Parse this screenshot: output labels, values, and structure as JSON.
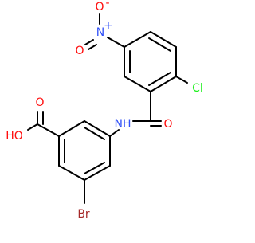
{
  "molecule": {
    "atom_labels": {
      "nitro_n": "N",
      "nitro_n_charge": "+",
      "nitro_o_top": "O",
      "nitro_o_top_charge": "-",
      "nitro_o_left": "O",
      "chlorine": "Cl",
      "amide_nh": "NH",
      "amide_o": "O",
      "acid_oh": "HO",
      "acid_o": "O",
      "bromine": "Br"
    },
    "colors": {
      "bond": "#000000",
      "oxygen": "#ff0d0d",
      "nitrogen": "#3050f8",
      "chlorine": "#1ff01f",
      "bromine": "#a62929",
      "background": "#ffffff"
    }
  }
}
